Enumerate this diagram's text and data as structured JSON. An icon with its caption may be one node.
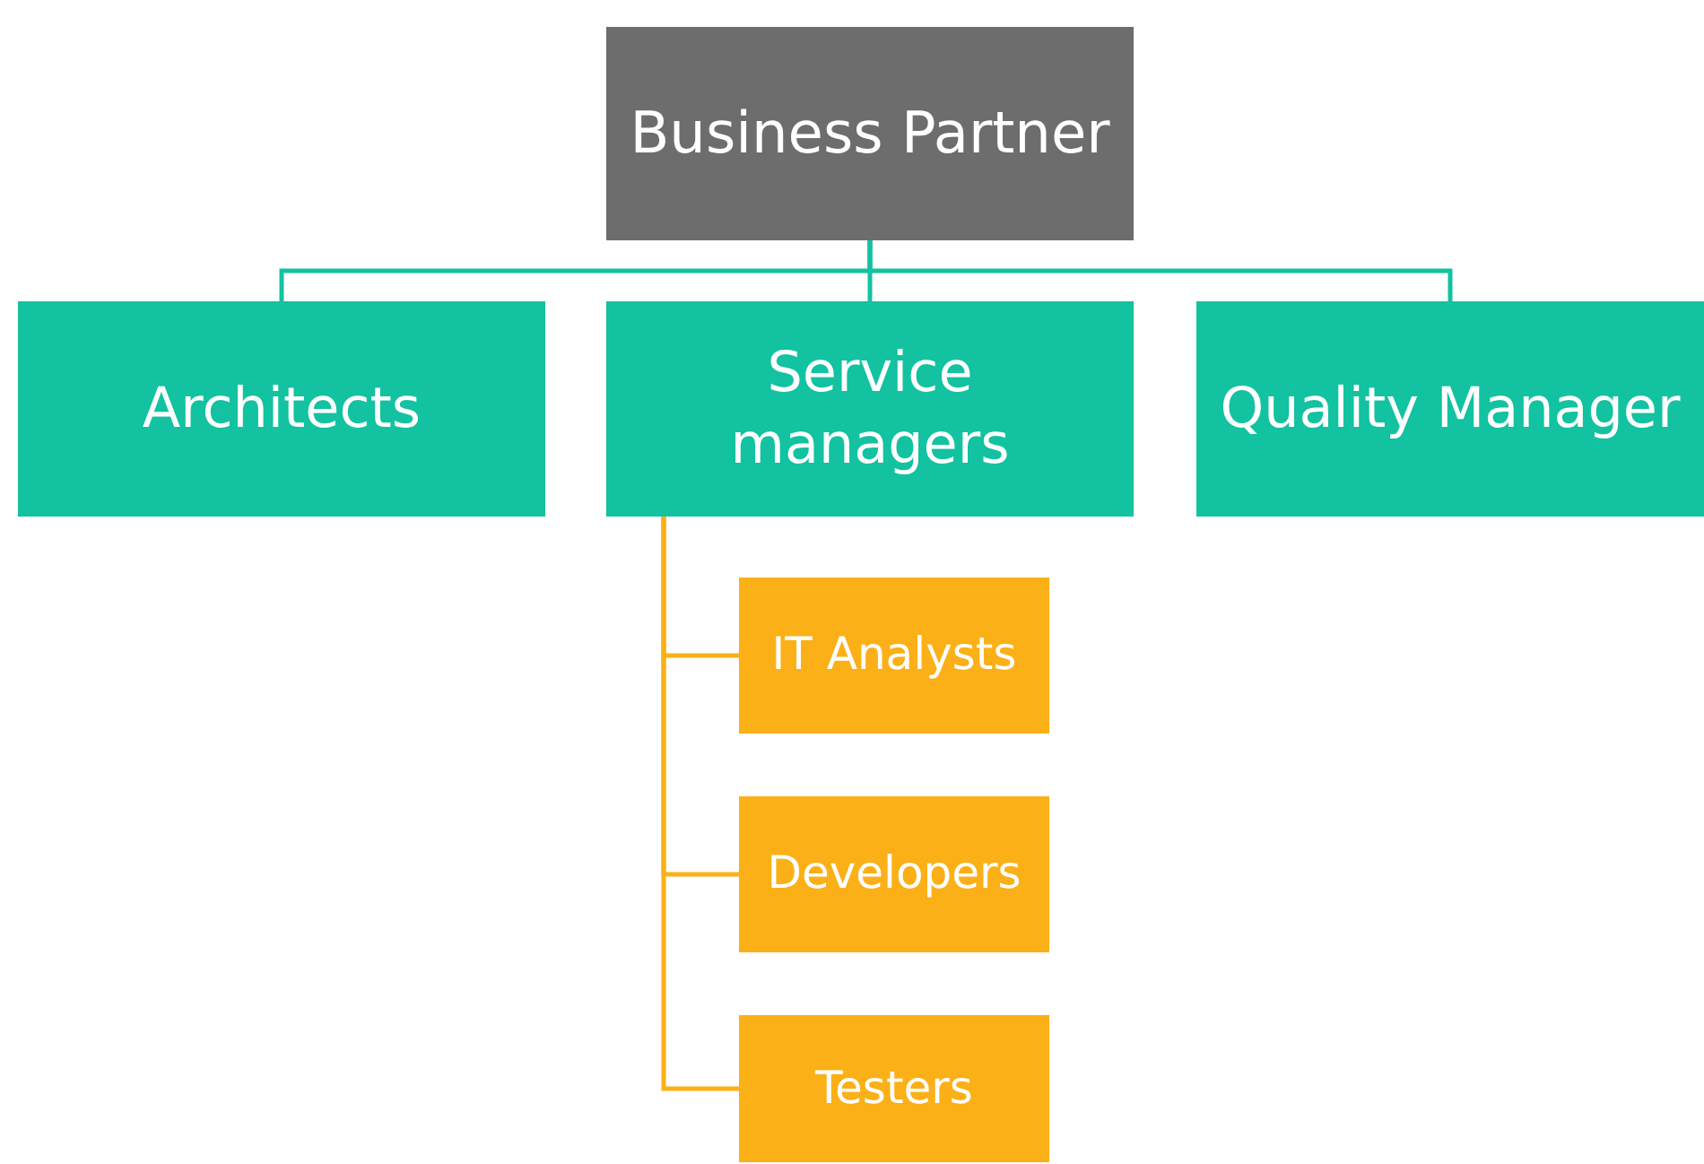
{
  "diagram": {
    "nodes": [
      {
        "text": [
          "Business Partner"
        ]
      },
      {
        "text": [
          "Architects"
        ]
      },
      {
        "text": [
          "Service managers"
        ]
      },
      {
        "text": [
          "Quality Manager"
        ]
      },
      {
        "text": [
          "IT Analysts"
        ]
      },
      {
        "text": [
          "Developers"
        ]
      },
      {
        "text": [
          "Testers"
        ]
      }
    ],
    "edges": [
      {
        "from": 0,
        "to": 1,
        "arrow": "none"
      },
      {
        "from": 0,
        "to": 2,
        "arrow": "none"
      },
      {
        "from": 0,
        "to": 3,
        "arrow": "none"
      },
      {
        "from": 2,
        "to": 4,
        "arrow": "none",
        "color": "#fbb017"
      },
      {
        "from": 2,
        "to": 5,
        "arrow": "none",
        "color": "#fbb017"
      },
      {
        "from": 2,
        "to": 6,
        "arrow": "none",
        "color": "#fbb017"
      }
    ]
  }
}
